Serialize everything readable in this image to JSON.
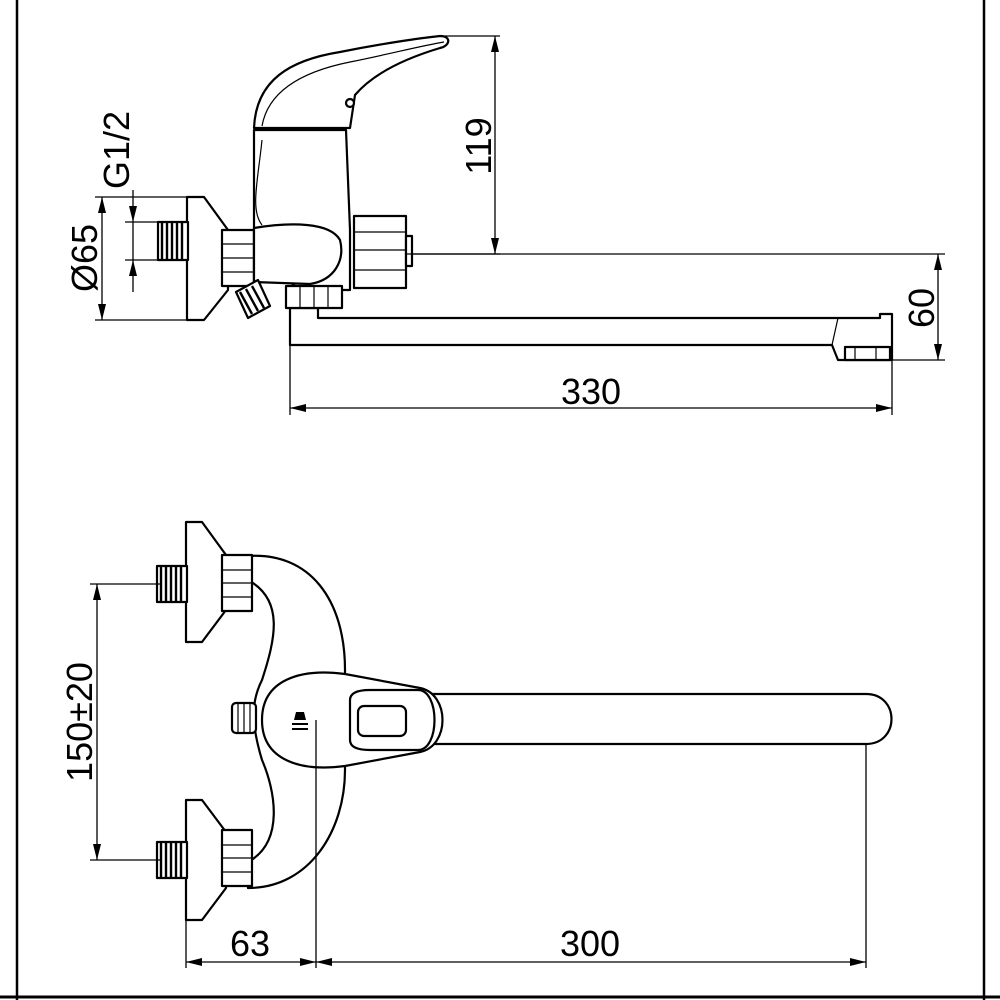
{
  "drawing": {
    "dimensions": {
      "thread": "G1/2",
      "diameter": "Ø65",
      "height_top": "119",
      "height_spout": "60",
      "length_side": "330",
      "spacing": "150±20",
      "offset": "63",
      "spout_length": "300"
    },
    "colors": {
      "line": "#000000",
      "background": "#ffffff",
      "frame": "#000000"
    }
  }
}
